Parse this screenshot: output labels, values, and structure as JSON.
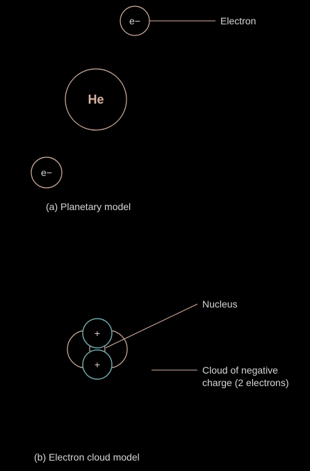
{
  "colors": {
    "background": "#000000",
    "electron_stroke": "#d6b3a2",
    "nucleus_stroke": "#6fa7a8",
    "text": "#d6d6d6",
    "he_text": "#d6b3a2",
    "line": "#d6b3a2"
  },
  "planetary": {
    "electron_top": "e−",
    "electron_label": "Electron",
    "nucleus": "He",
    "electron_bottom": "e−",
    "caption": "(a) Planetary model"
  },
  "cloud": {
    "nucleus_label": "Nucleus",
    "proton_top": "+",
    "proton_bottom": "+",
    "cloud_label_line1": "Cloud of negative",
    "cloud_label_line2": "charge (2 electrons)",
    "caption": "(b) Electron cloud model"
  }
}
